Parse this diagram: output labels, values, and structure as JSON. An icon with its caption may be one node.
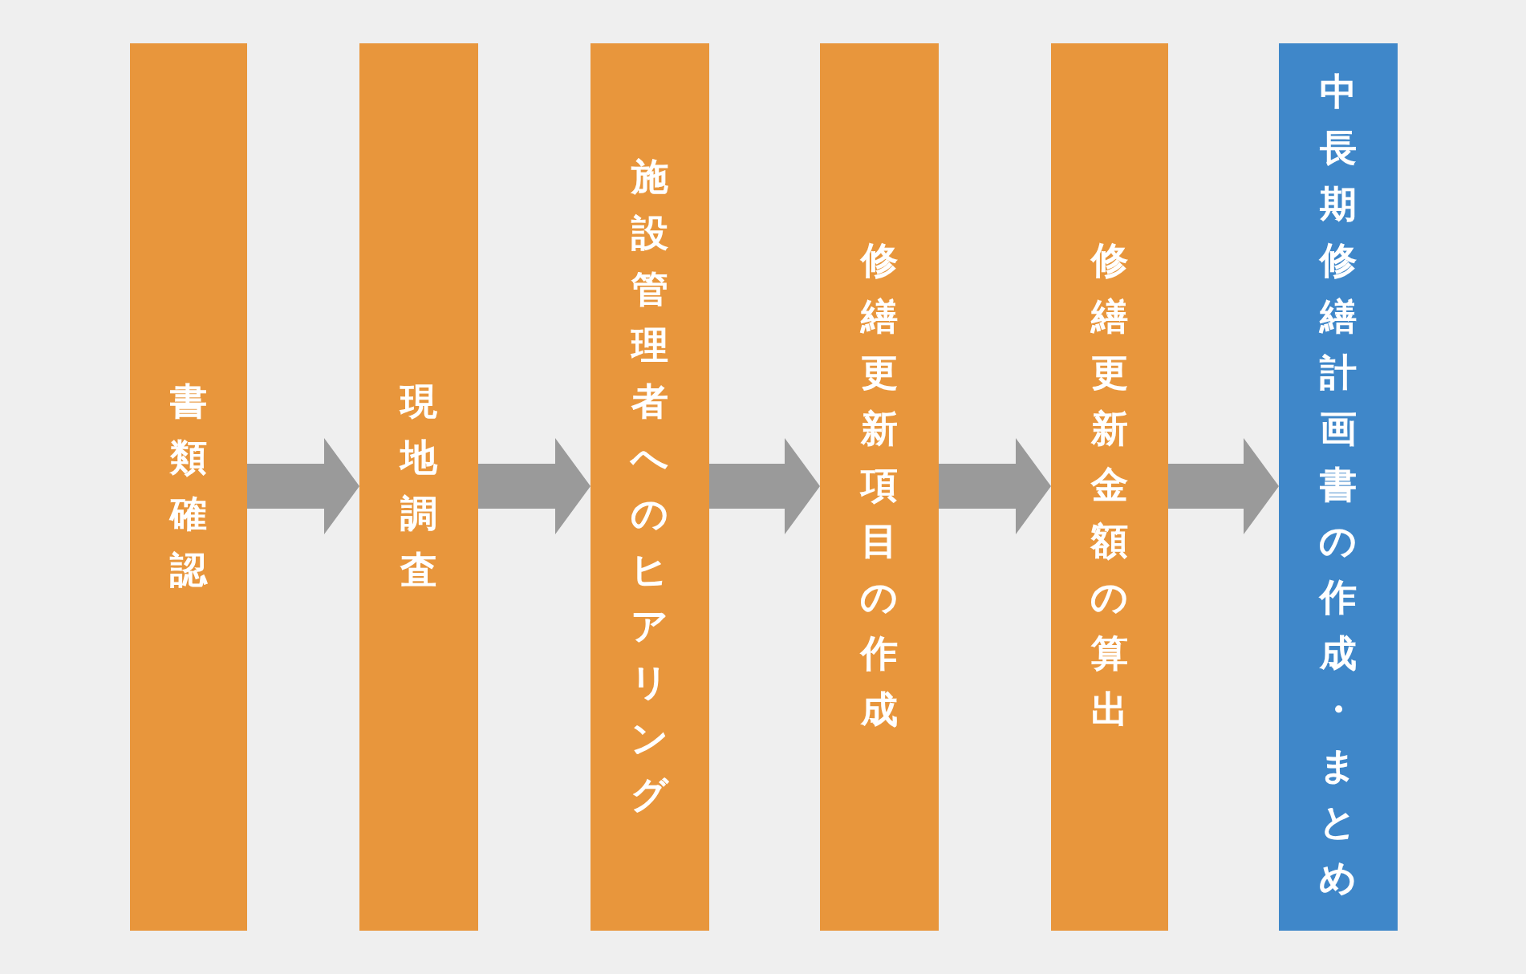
{
  "diagram": {
    "nodes": [
      {
        "text": [
          "書類確認"
        ]
      },
      {
        "text": [
          "現地調査"
        ]
      },
      {
        "text": [
          "施設管理者へのヒアリング"
        ]
      },
      {
        "text": [
          "修繕更新項目の作成"
        ]
      },
      {
        "text": [
          "修繕更新金額の算出"
        ]
      },
      {
        "text": [
          "中長期修繕計画書の作成・まとめ"
        ]
      }
    ],
    "edges": [
      {
        "from": 0,
        "to": 1,
        "arrow": "to"
      },
      {
        "from": 1,
        "to": 2,
        "arrow": "to"
      },
      {
        "from": 2,
        "to": 3,
        "arrow": "to"
      },
      {
        "from": 3,
        "to": 4,
        "arrow": "to"
      },
      {
        "from": 4,
        "to": 5,
        "arrow": "to"
      }
    ]
  }
}
